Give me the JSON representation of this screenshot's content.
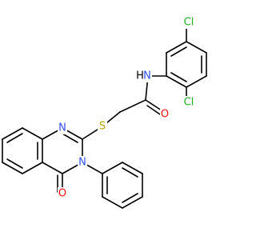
{
  "molecule": {
    "colors": {
      "bond": "#000000",
      "N": "#3050F8",
      "O": "#FF0D0D",
      "S": "#B8A200",
      "Cl": "#1FB21F"
    },
    "atoms": {
      "n_amide": "N",
      "h_amide": "H",
      "o_amide": "O",
      "s_thio": "S",
      "n1_quin": "N",
      "n3_quin": "N",
      "o_quin": "O",
      "cl_top": "Cl",
      "cl_right": "Cl"
    }
  }
}
